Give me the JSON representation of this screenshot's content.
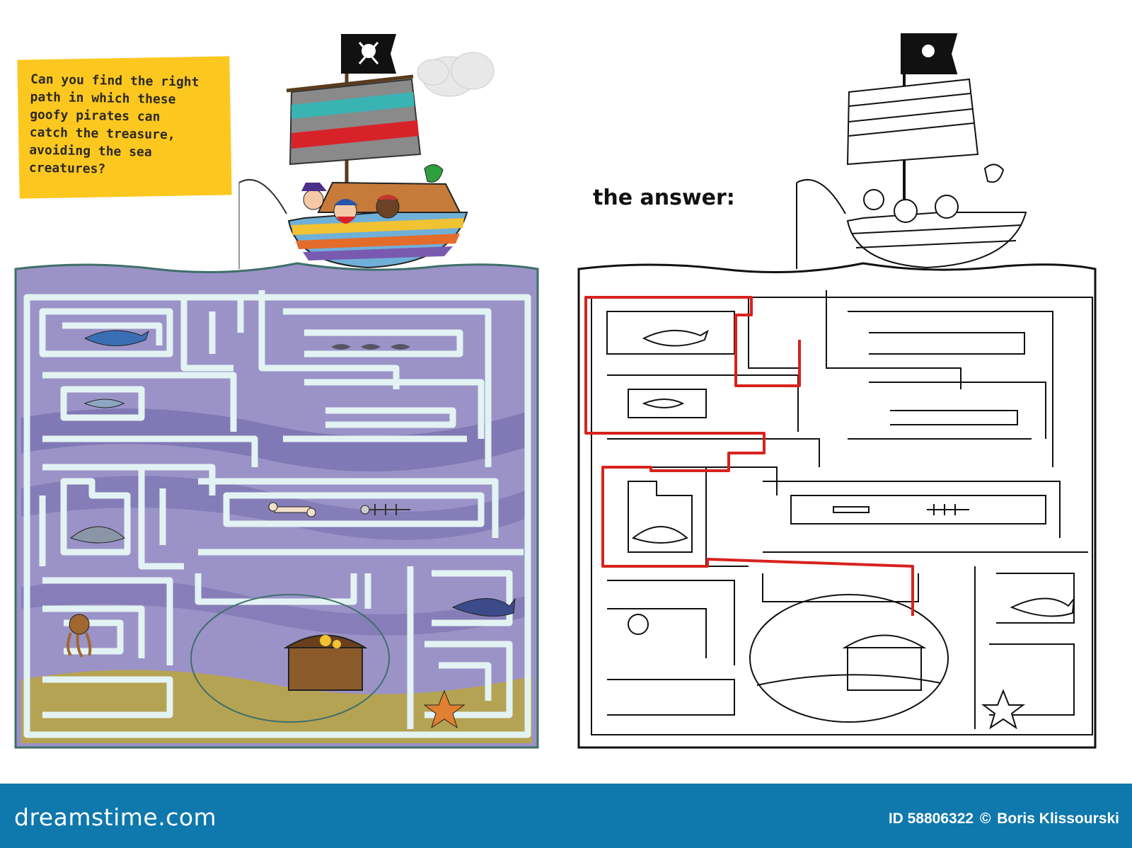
{
  "instructions": {
    "text": "Can you find the right\npath in which these\ngoofy pirates can\ncatch the treasure,\navoiding the sea\ncreatures?"
  },
  "answer_label": "the answer:",
  "footer": {
    "brand": "dreamstime.com",
    "image_id": "ID 58806322",
    "author": "Boris Klissourski",
    "copyright_symbol": "©"
  },
  "colors": {
    "water": "#9b93c7",
    "water_dark": "#6f67a8",
    "maze_wall": "#e3f3f3",
    "sand": "#b5a354",
    "note_yellow": "#fcc820",
    "solution_path": "#d8221e",
    "footer_blue": "#0f78ad"
  },
  "creatures": {
    "left": [
      "shark-icon",
      "fish-icon",
      "small-fish-school-icon",
      "bone-icon",
      "fish-skeleton-icon",
      "dolphin-icon",
      "whale-icon",
      "octopus-icon",
      "starfish-icon",
      "treasure-chest-icon"
    ],
    "right": [
      "shark-icon",
      "fish-icon",
      "small-fish-school-icon",
      "bone-icon",
      "fish-skeleton-icon",
      "dolphin-icon",
      "whale-icon",
      "octopus-icon",
      "starfish-icon",
      "treasure-chest-icon"
    ]
  }
}
